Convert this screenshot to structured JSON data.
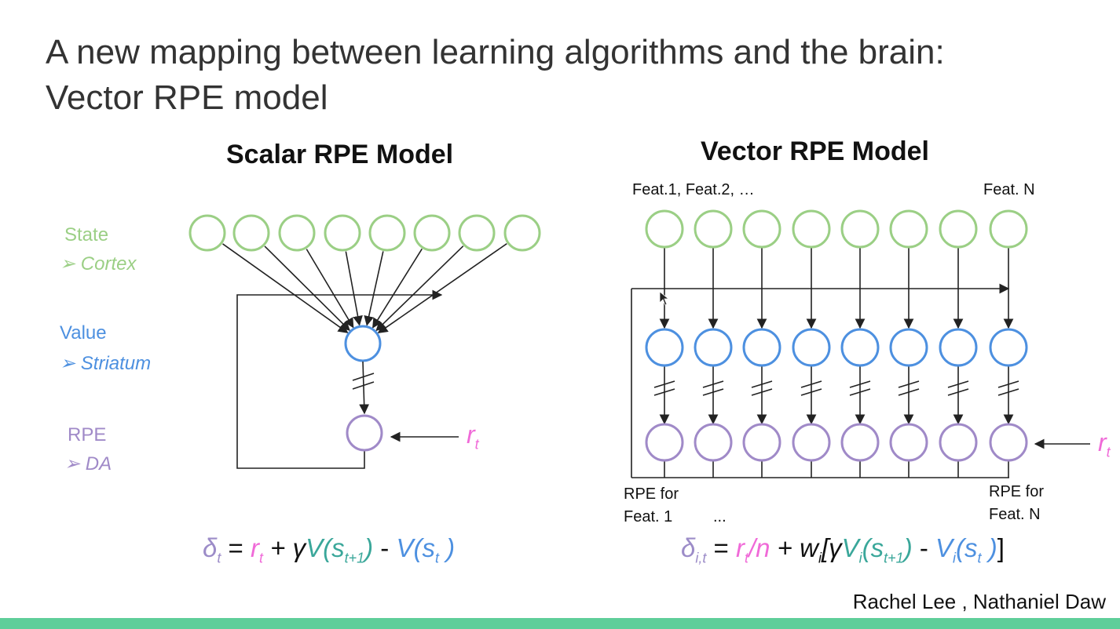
{
  "slide": {
    "title_line1": "A new mapping between learning algorithms and the brain:",
    "title_line2": "Vector RPE model",
    "credit": "Rachel Lee , Nathaniel Daw"
  },
  "scalar": {
    "title": "Scalar RPE Model",
    "labels": {
      "state": "State",
      "state_sub": "➢ Cortex",
      "value": "Value",
      "value_sub": "➢ Striatum",
      "rpe": "RPE",
      "rpe_sub": "➢ DA"
    },
    "reward": "r",
    "reward_sub": "t",
    "equation": {
      "delta": "δ",
      "delta_sub": "t",
      "eq": " = ",
      "r": "r",
      "r_sub": "t",
      "plus": " + γ",
      "V1": "V(s",
      "V1_sub": "t+1",
      "V1_close": ")",
      "minus": " - ",
      "V2": "V(s",
      "V2_sub": "t",
      "V2_close": " )"
    }
  },
  "vector": {
    "title": "Vector RPE Model",
    "feat_left": "Feat.1, Feat.2, …",
    "feat_right": "Feat. N",
    "rpe_left_1": "RPE for",
    "rpe_left_2": "Feat. 1",
    "ellipsis": "...",
    "rpe_right_1": "RPE for",
    "rpe_right_2": "Feat. N",
    "reward": "r",
    "reward_sub": "t",
    "equation": {
      "delta": "δ",
      "delta_sub": "i,t",
      "eq": " = ",
      "r": "r",
      "r_sub": "t",
      "div": "/n",
      "plus": " + w",
      "w_sub": "i",
      "bracket_open": "[γ",
      "V1": "V",
      "V1_sub": "i",
      "V1_s": "(s",
      "V1_s_sub": "t+1",
      "V1_close": ")",
      "minus": " - ",
      "V2": "V",
      "V2_sub": "i",
      "V2_s": "(s",
      "V2_s_sub": "t",
      "V2_close": " )",
      "bracket_close": "]"
    }
  },
  "colors": {
    "state": "#9bcf85",
    "value": "#4d90e0",
    "rpe": "#a08ac8",
    "reward": "#f06ad8",
    "teal": "#3aa79a",
    "accent_bar": "#5fce9a"
  }
}
